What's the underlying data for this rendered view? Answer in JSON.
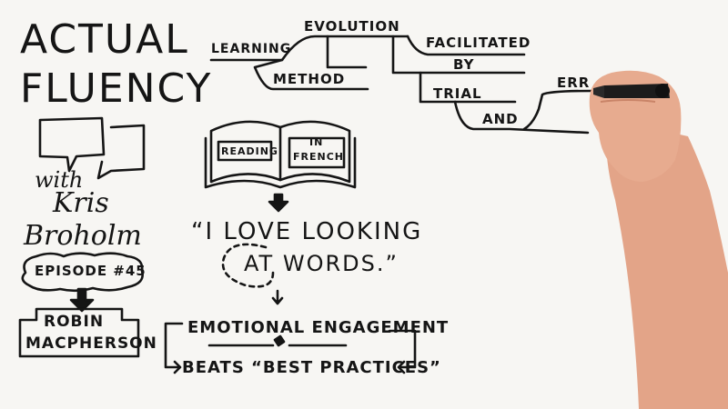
{
  "title": {
    "line1": "ACTUAL",
    "line2": "FLUENCY"
  },
  "host": {
    "with": "with",
    "first": "Kris",
    "last": "Broholm"
  },
  "episode": "EPISODE #45",
  "guest": {
    "line1": "ROBIN",
    "line2": "MACPHERSON"
  },
  "book": {
    "left": "READING",
    "right_top": "IN",
    "right_bottom": "FRENCH"
  },
  "quote": {
    "line1": "“I LOVE LOOKING",
    "line2": "AT WORDS.”"
  },
  "box": {
    "line1": "EMOTIONAL ENGAGEMENT",
    "line2": "BEATS “BEST PRACTICES”"
  },
  "flow": {
    "learning": "LEARNING",
    "method": "METHOD",
    "evolution": "EVOLUTION",
    "facilitated": "FACILITATED",
    "by": "BY",
    "trial": "TRIAL",
    "and": "AND",
    "err": "ERR"
  },
  "colors": {
    "ink": "#151515",
    "board": "#f7f6f3",
    "skin": "#e3a488",
    "marker": "#1c1c1c"
  }
}
